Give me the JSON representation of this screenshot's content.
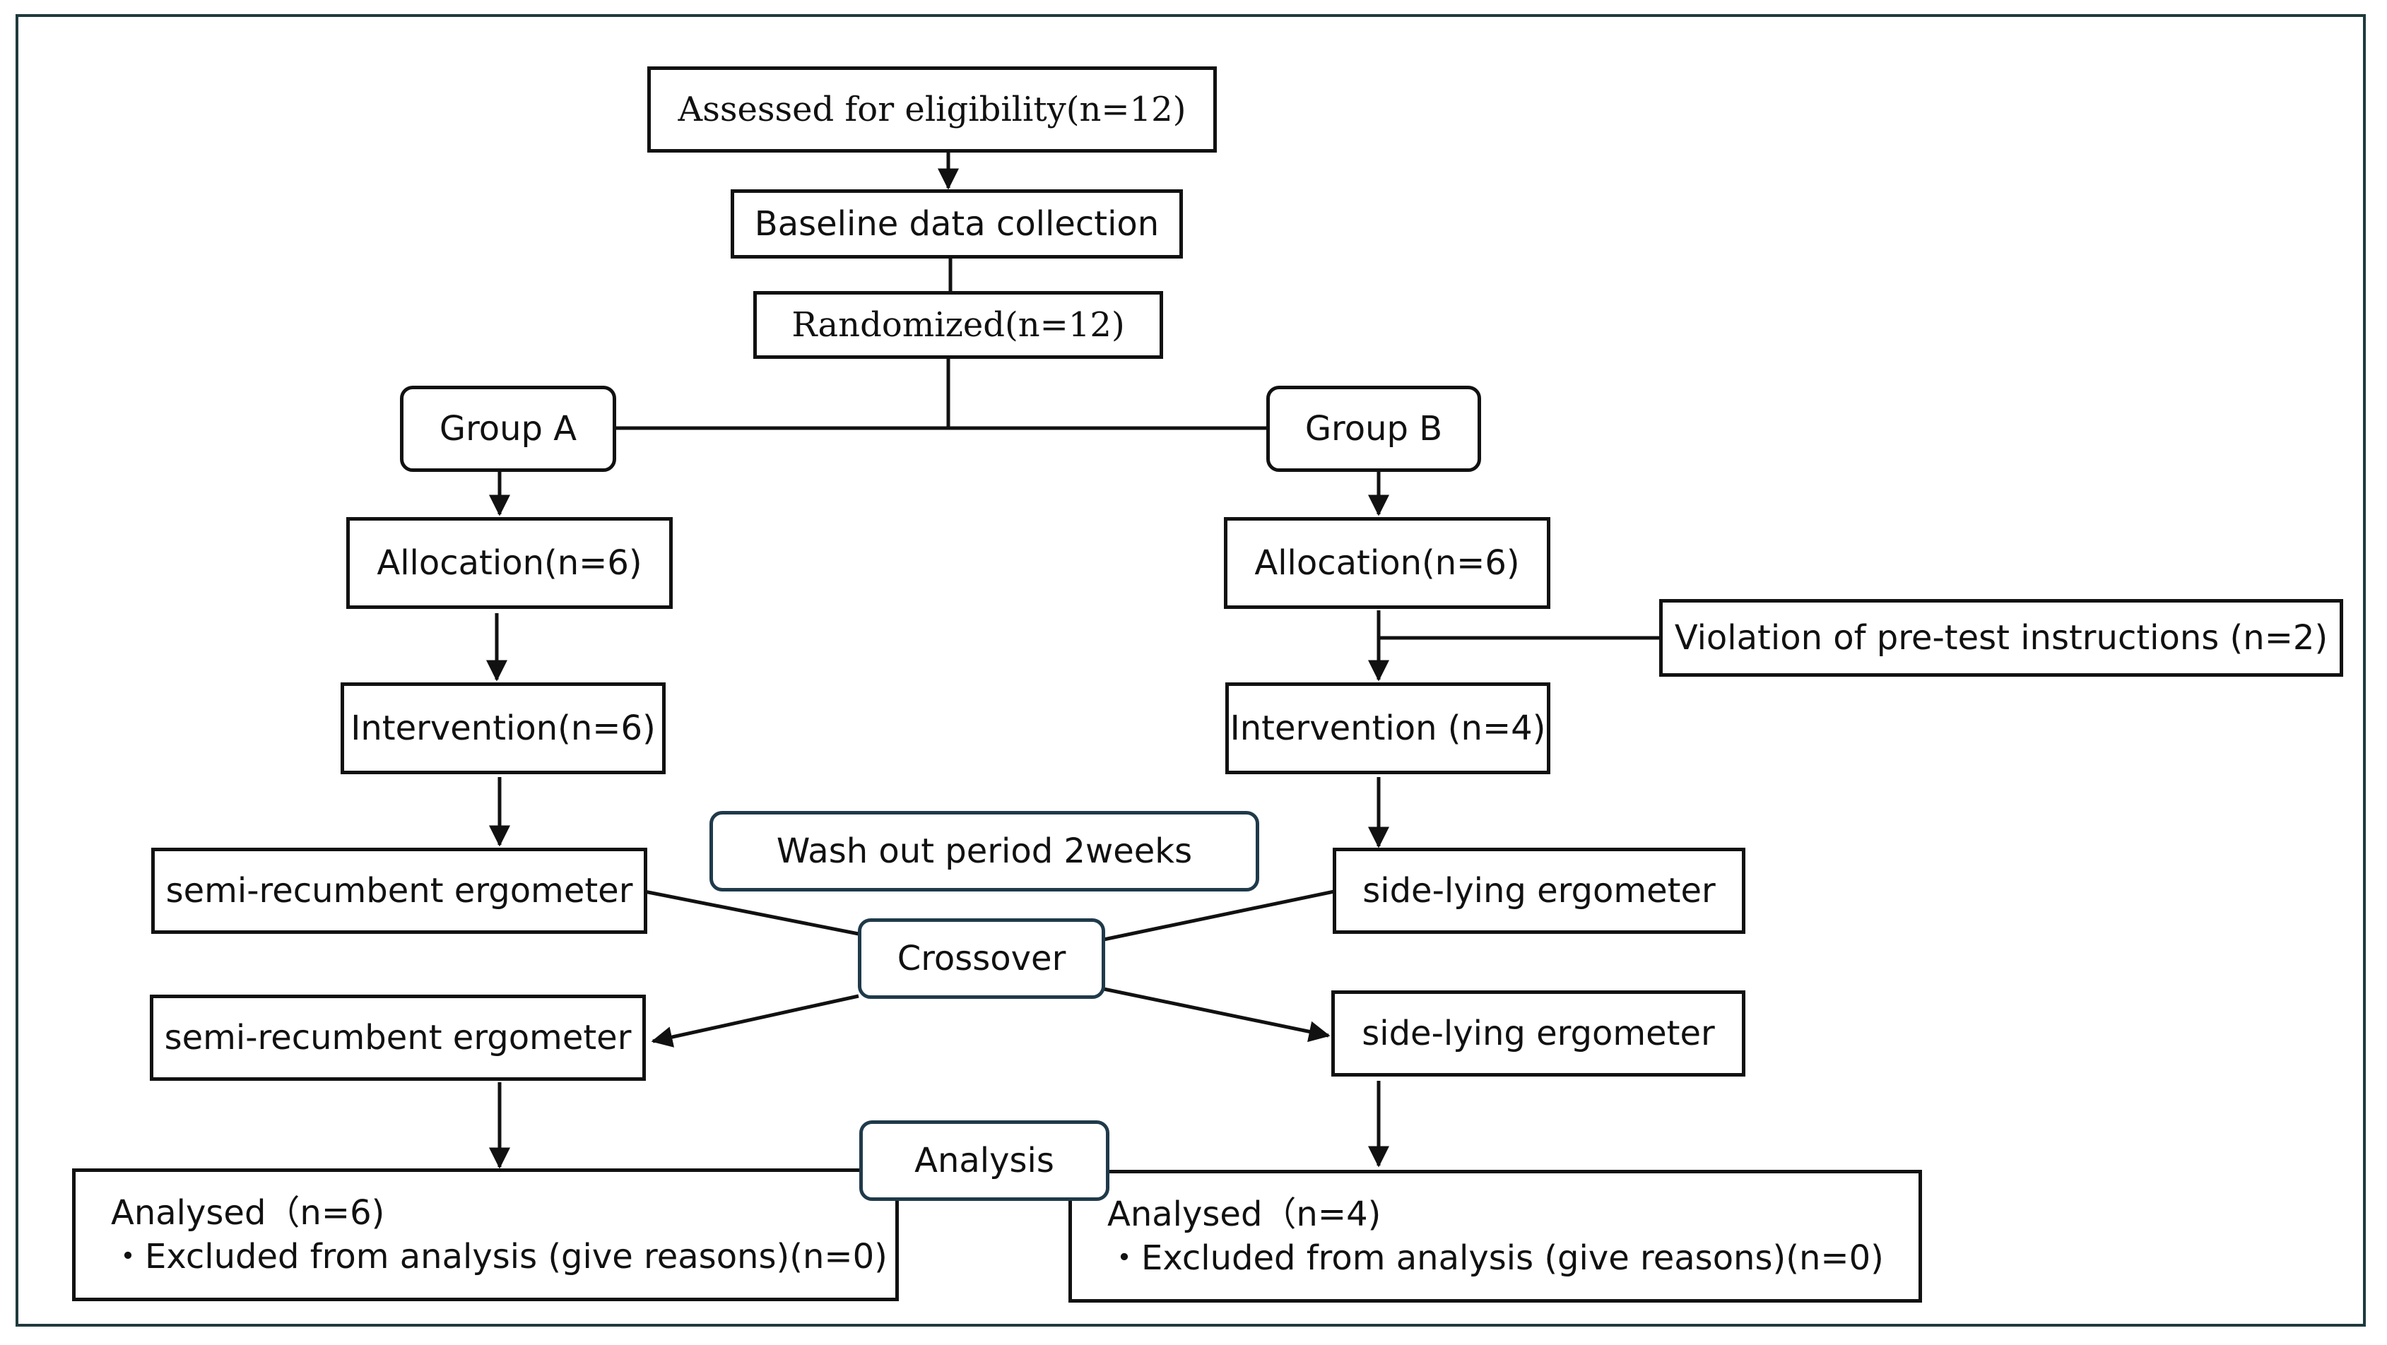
{
  "diagram": {
    "assessed": "Assessed for eligibility(n=12)",
    "baseline": "Baseline data collection",
    "randomized": "Randomized(n=12)",
    "group_a": "Group A",
    "group_b": "Group B",
    "allocation_a": "Allocation(n=6)",
    "allocation_b": "Allocation(n=6)",
    "violation": "Violation of pre-test instructions (n=2)",
    "intervention_a": "Intervention(n=6)",
    "intervention_b": "Intervention (n=4)",
    "washout": "Wash out period 2weeks",
    "semi_1": "semi-recumbent ergometer",
    "side_1": "side-lying ergometer",
    "crossover": "Crossover",
    "semi_2": "semi-recumbent ergometer",
    "side_2": "side-lying ergometer",
    "analysis": "Analysis",
    "analysed_a": "Analysed（n=6)",
    "excluded_a": "・Excluded from analysis (give reasons)(n=0)",
    "analysed_b": "Analysed（n=4)",
    "excluded_b": "・Excluded from analysis (give reasons)(n=0)"
  }
}
